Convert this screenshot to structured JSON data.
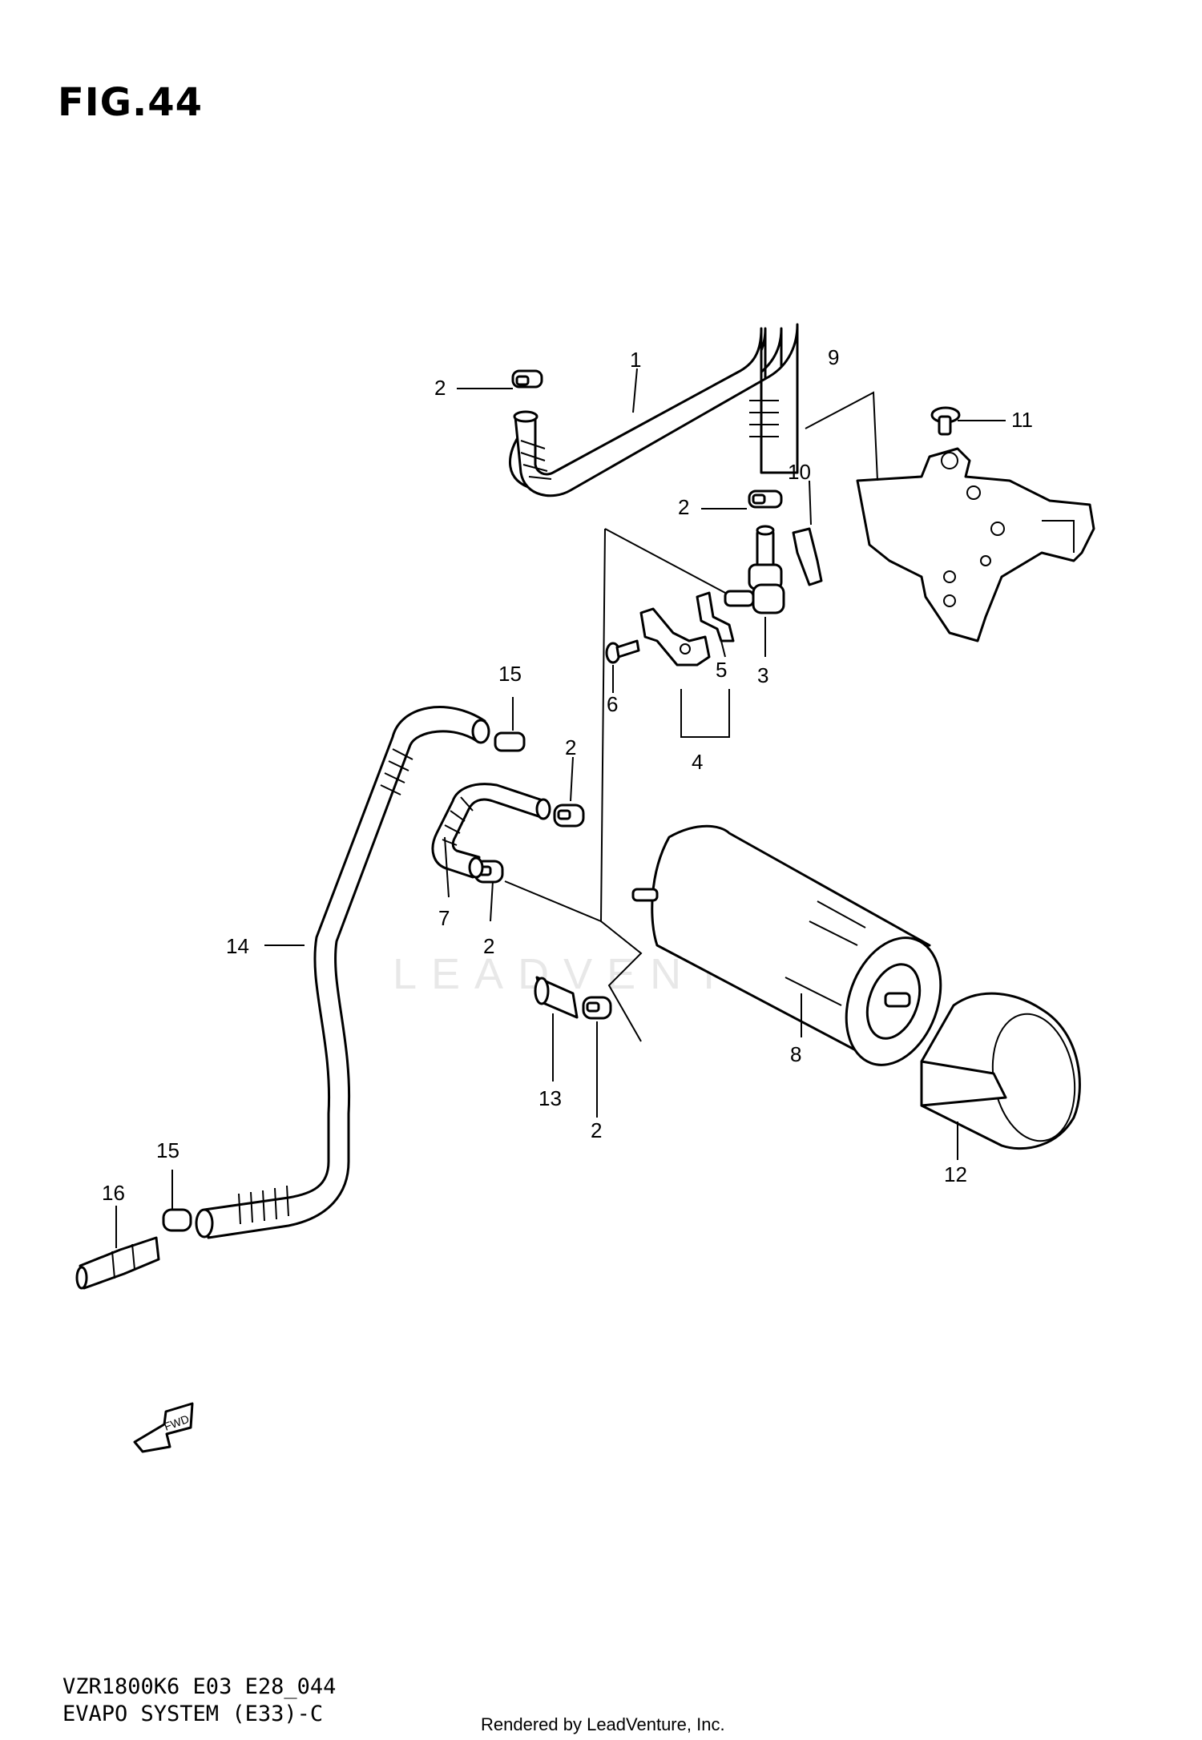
{
  "figure_label": "FIG.44",
  "watermark": "LEADVENTURE",
  "fwd_label": "FWD",
  "callouts": [
    "1",
    "2",
    "2",
    "2",
    "2",
    "2",
    "3",
    "4",
    "5",
    "6",
    "7",
    "8",
    "9",
    "10",
    "11",
    "12",
    "13",
    "14",
    "15",
    "15",
    "16"
  ],
  "footer": {
    "model_code": "VZR1800K6 E03 E28_044",
    "section_name": "EVAPO SYSTEM (E33)-C"
  },
  "rendered_by": "Rendered by LeadVenture, Inc."
}
